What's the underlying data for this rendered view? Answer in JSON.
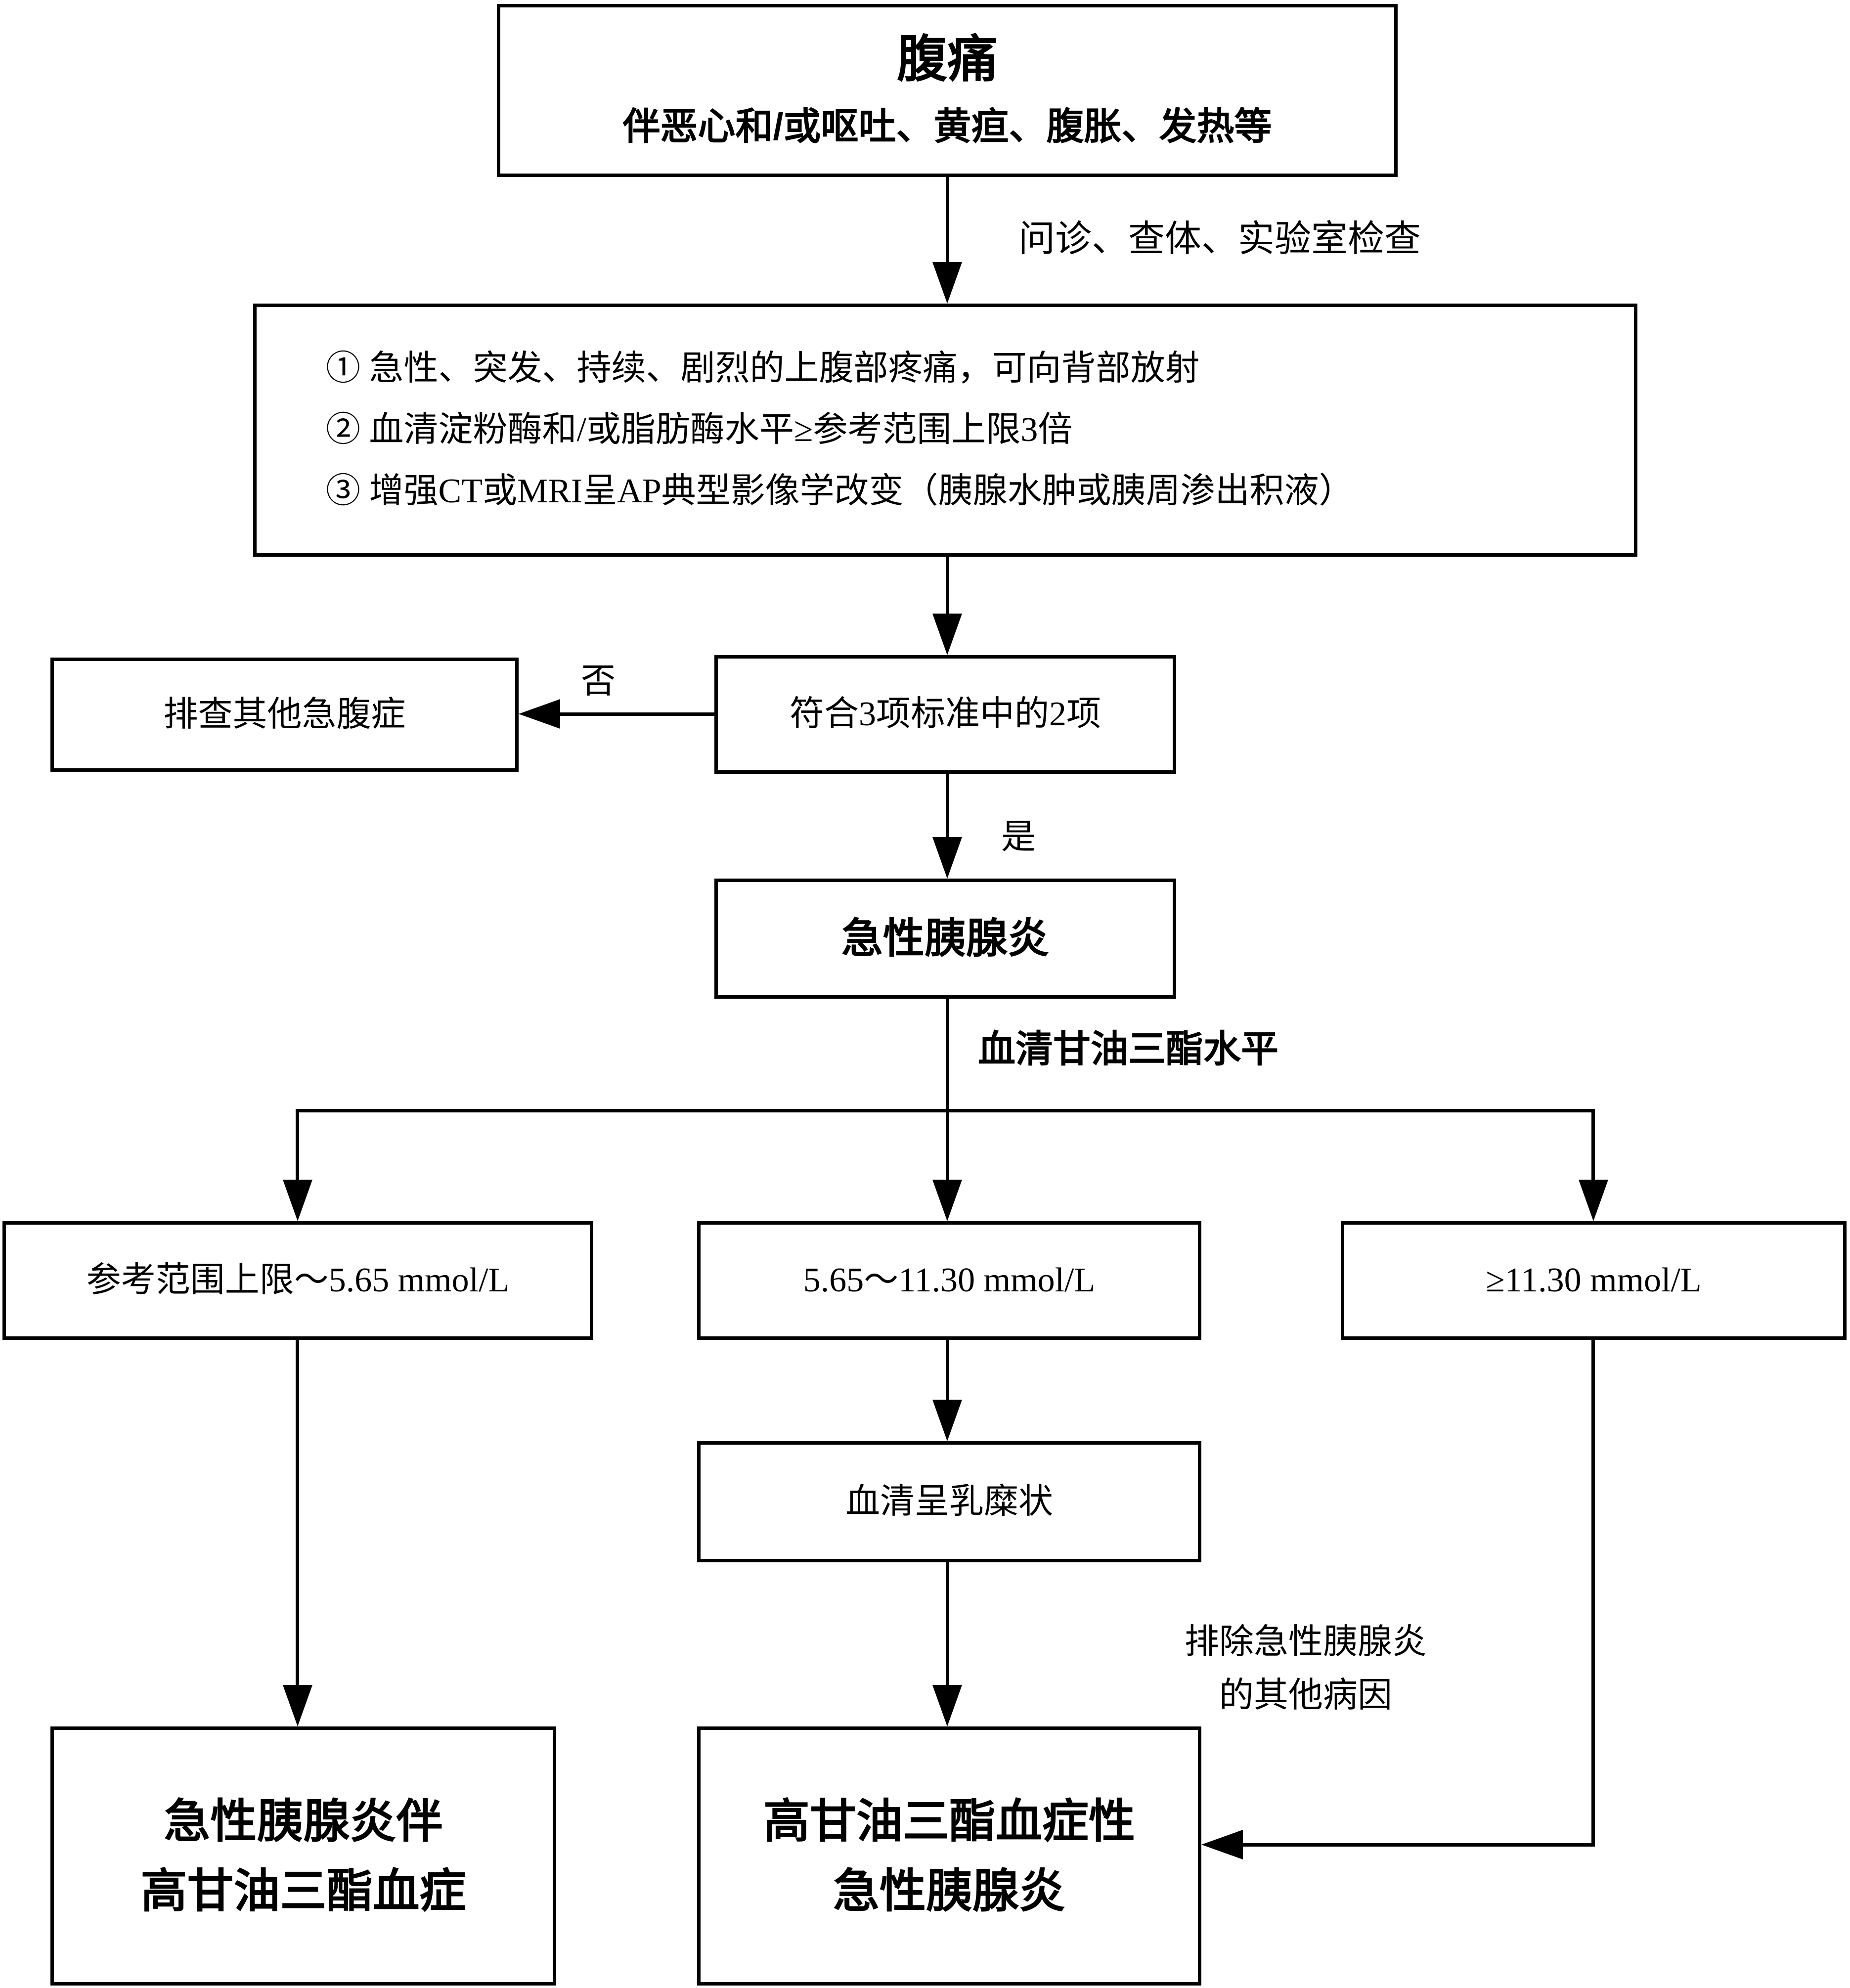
{
  "diagram": {
    "colors": {
      "line": "#000000",
      "background": "#ffffff",
      "text": "#000000"
    },
    "top_box": {
      "title": "腹痛",
      "subtitle": "伴恶心和/或呕吐、黄疸、腹胀、发热等"
    },
    "workup_label": "问诊、查体、实验室检查",
    "criteria_items": [
      "① 急性、突发、持续、剧烈的上腹部疼痛，可向背部放射",
      "② 血清淀粉酶和/或脂肪酶水平≥参考范围上限3倍",
      "③ 增强CT或MRI呈AP典型影像学改变（胰腺水肿或胰周渗出积液）"
    ],
    "decision_label": "符合3项标准中的2项",
    "no_label": "否",
    "yes_label": "是",
    "ruleout_label": "排查其他急腹症",
    "ap_label": "急性胰腺炎",
    "tg_level_label": "血清甘油三酯水平",
    "branch_low_label": "参考范围上限～5.65 mmol/L",
    "branch_mid_label": "5.65～11.30 mmol/L",
    "branch_high_label": "≥11.30 mmol/L",
    "chylous_label": "血清呈乳糜状",
    "exclude_lines": [
      "排除急性胰腺炎",
      "的其他病因"
    ],
    "ap_with_htg_lines": [
      "急性胰腺炎伴",
      "高甘油三酯血症"
    ],
    "htg_ap_lines": [
      "高甘油三酯血症性",
      "急性胰腺炎"
    ]
  }
}
